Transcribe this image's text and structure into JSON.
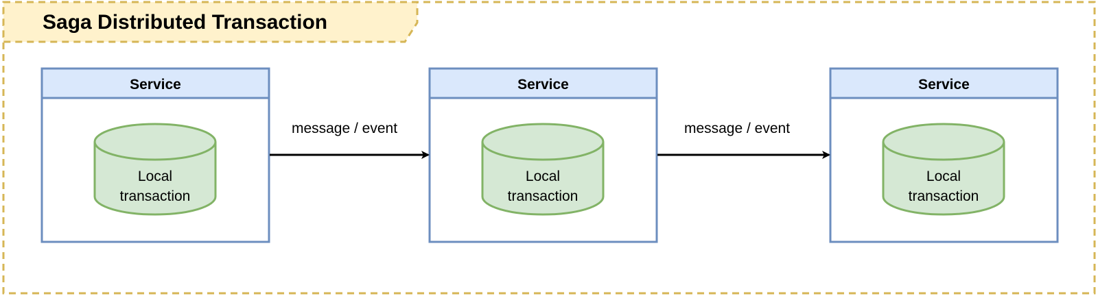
{
  "title": "Saga Distributed Transaction",
  "colors": {
    "frame_border": "#d6b656",
    "title_fill": "#fff2cc",
    "service_border": "#6c8ebf",
    "service_header_fill": "#dae8fc",
    "db_border": "#82b366",
    "db_fill": "#d5e8d4",
    "arrow": "#000000"
  },
  "services": [
    {
      "header": "Service",
      "db_line1": "Local",
      "db_line2": "transaction"
    },
    {
      "header": "Service",
      "db_line1": "Local",
      "db_line2": "transaction"
    },
    {
      "header": "Service",
      "db_line1": "Local",
      "db_line2": "transaction"
    }
  ],
  "edges": [
    {
      "label": "message / event"
    },
    {
      "label": "message / event"
    }
  ]
}
